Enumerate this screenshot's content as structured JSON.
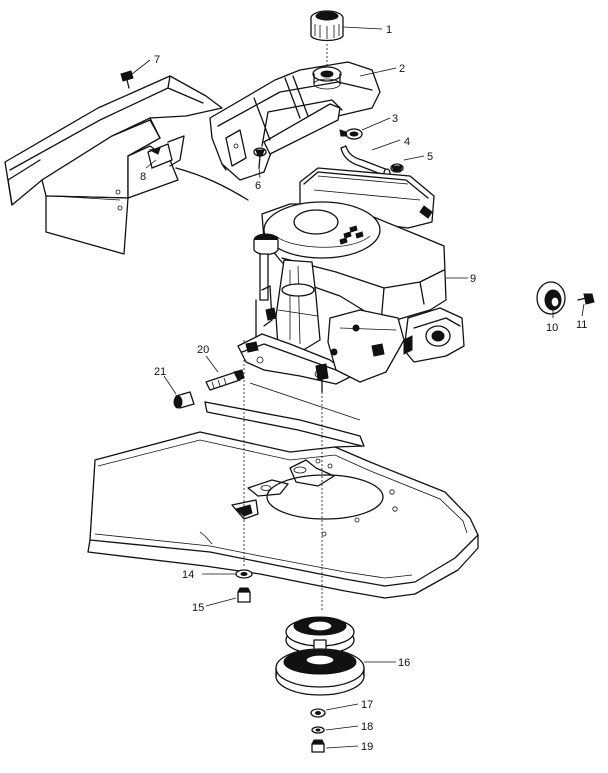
{
  "callouts": {
    "c1": "1",
    "c2": "2",
    "c3": "3",
    "c4": "4",
    "c5": "5",
    "c6": "6",
    "c7": "7",
    "c8": "8",
    "c9": "9",
    "c10": "10",
    "c11": "11",
    "c14": "14",
    "c15": "15",
    "c16": "16",
    "c17": "17",
    "c18": "18",
    "c19": "19",
    "c20": "20",
    "c21": "21"
  }
}
